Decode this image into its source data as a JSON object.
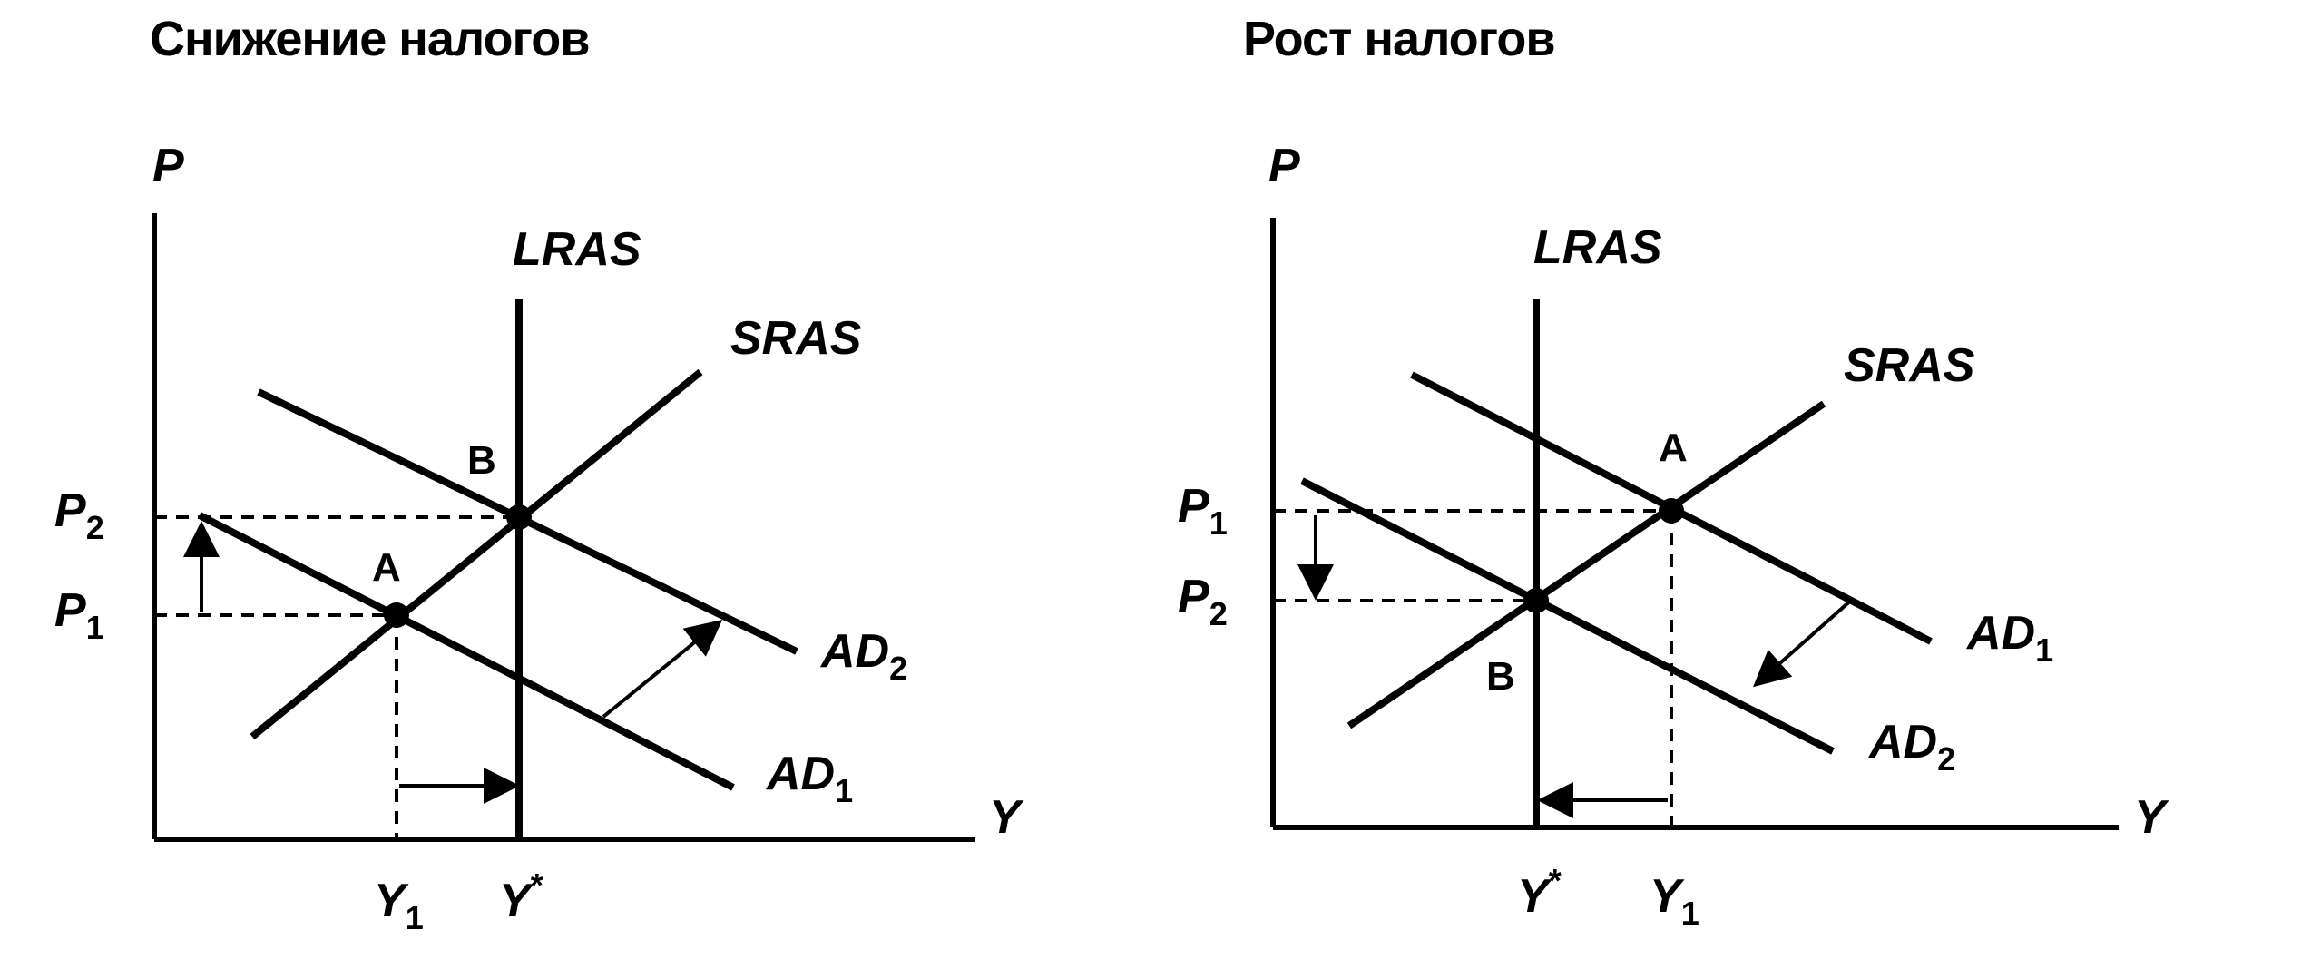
{
  "panels": [
    {
      "title": "Снижение налогов",
      "axis_y": "P",
      "axis_x": "Y",
      "curves": {
        "lras": "LRAS",
        "sras": "SRAS",
        "ad2_base": "AD",
        "ad2_sub": "2",
        "ad1_base": "AD",
        "ad1_sub": "1"
      },
      "points": {
        "a": "A",
        "b": "B"
      },
      "price_levels": [
        {
          "base": "P",
          "sub": "2"
        },
        {
          "base": "P",
          "sub": "1"
        }
      ],
      "output_levels": [
        {
          "base": "Y",
          "sub": "1"
        },
        {
          "base": "Y",
          "sup": "*"
        }
      ]
    },
    {
      "title": "Рост налогов",
      "axis_y": "P",
      "axis_x": "Y",
      "curves": {
        "lras": "LRAS",
        "sras": "SRAS",
        "ad1_base": "AD",
        "ad1_sub": "1",
        "ad2_base": "AD",
        "ad2_sub": "2"
      },
      "points": {
        "a": "A",
        "b": "B"
      },
      "price_levels": [
        {
          "base": "P",
          "sub": "1"
        },
        {
          "base": "P",
          "sub": "2"
        }
      ],
      "output_levels": [
        {
          "base": "Y",
          "sup": "*"
        },
        {
          "base": "Y",
          "sub": "1"
        }
      ]
    }
  ]
}
